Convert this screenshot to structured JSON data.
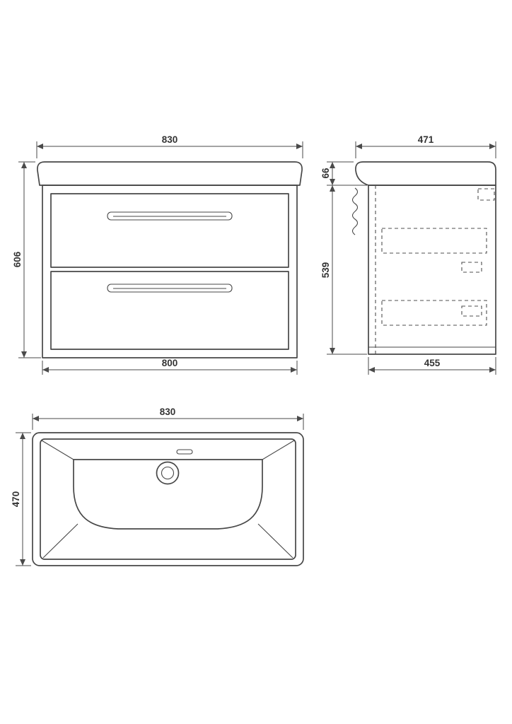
{
  "drawing": {
    "front_view": {
      "dim_width_top": "830",
      "dim_height": "606",
      "dim_width_bottom": "800"
    },
    "side_view": {
      "dim_depth_top": "471",
      "dim_basin_height": "66",
      "dim_cabinet_height": "539",
      "dim_depth_bottom": "455"
    },
    "plan_view": {
      "dim_width": "830",
      "dim_depth": "470"
    }
  }
}
